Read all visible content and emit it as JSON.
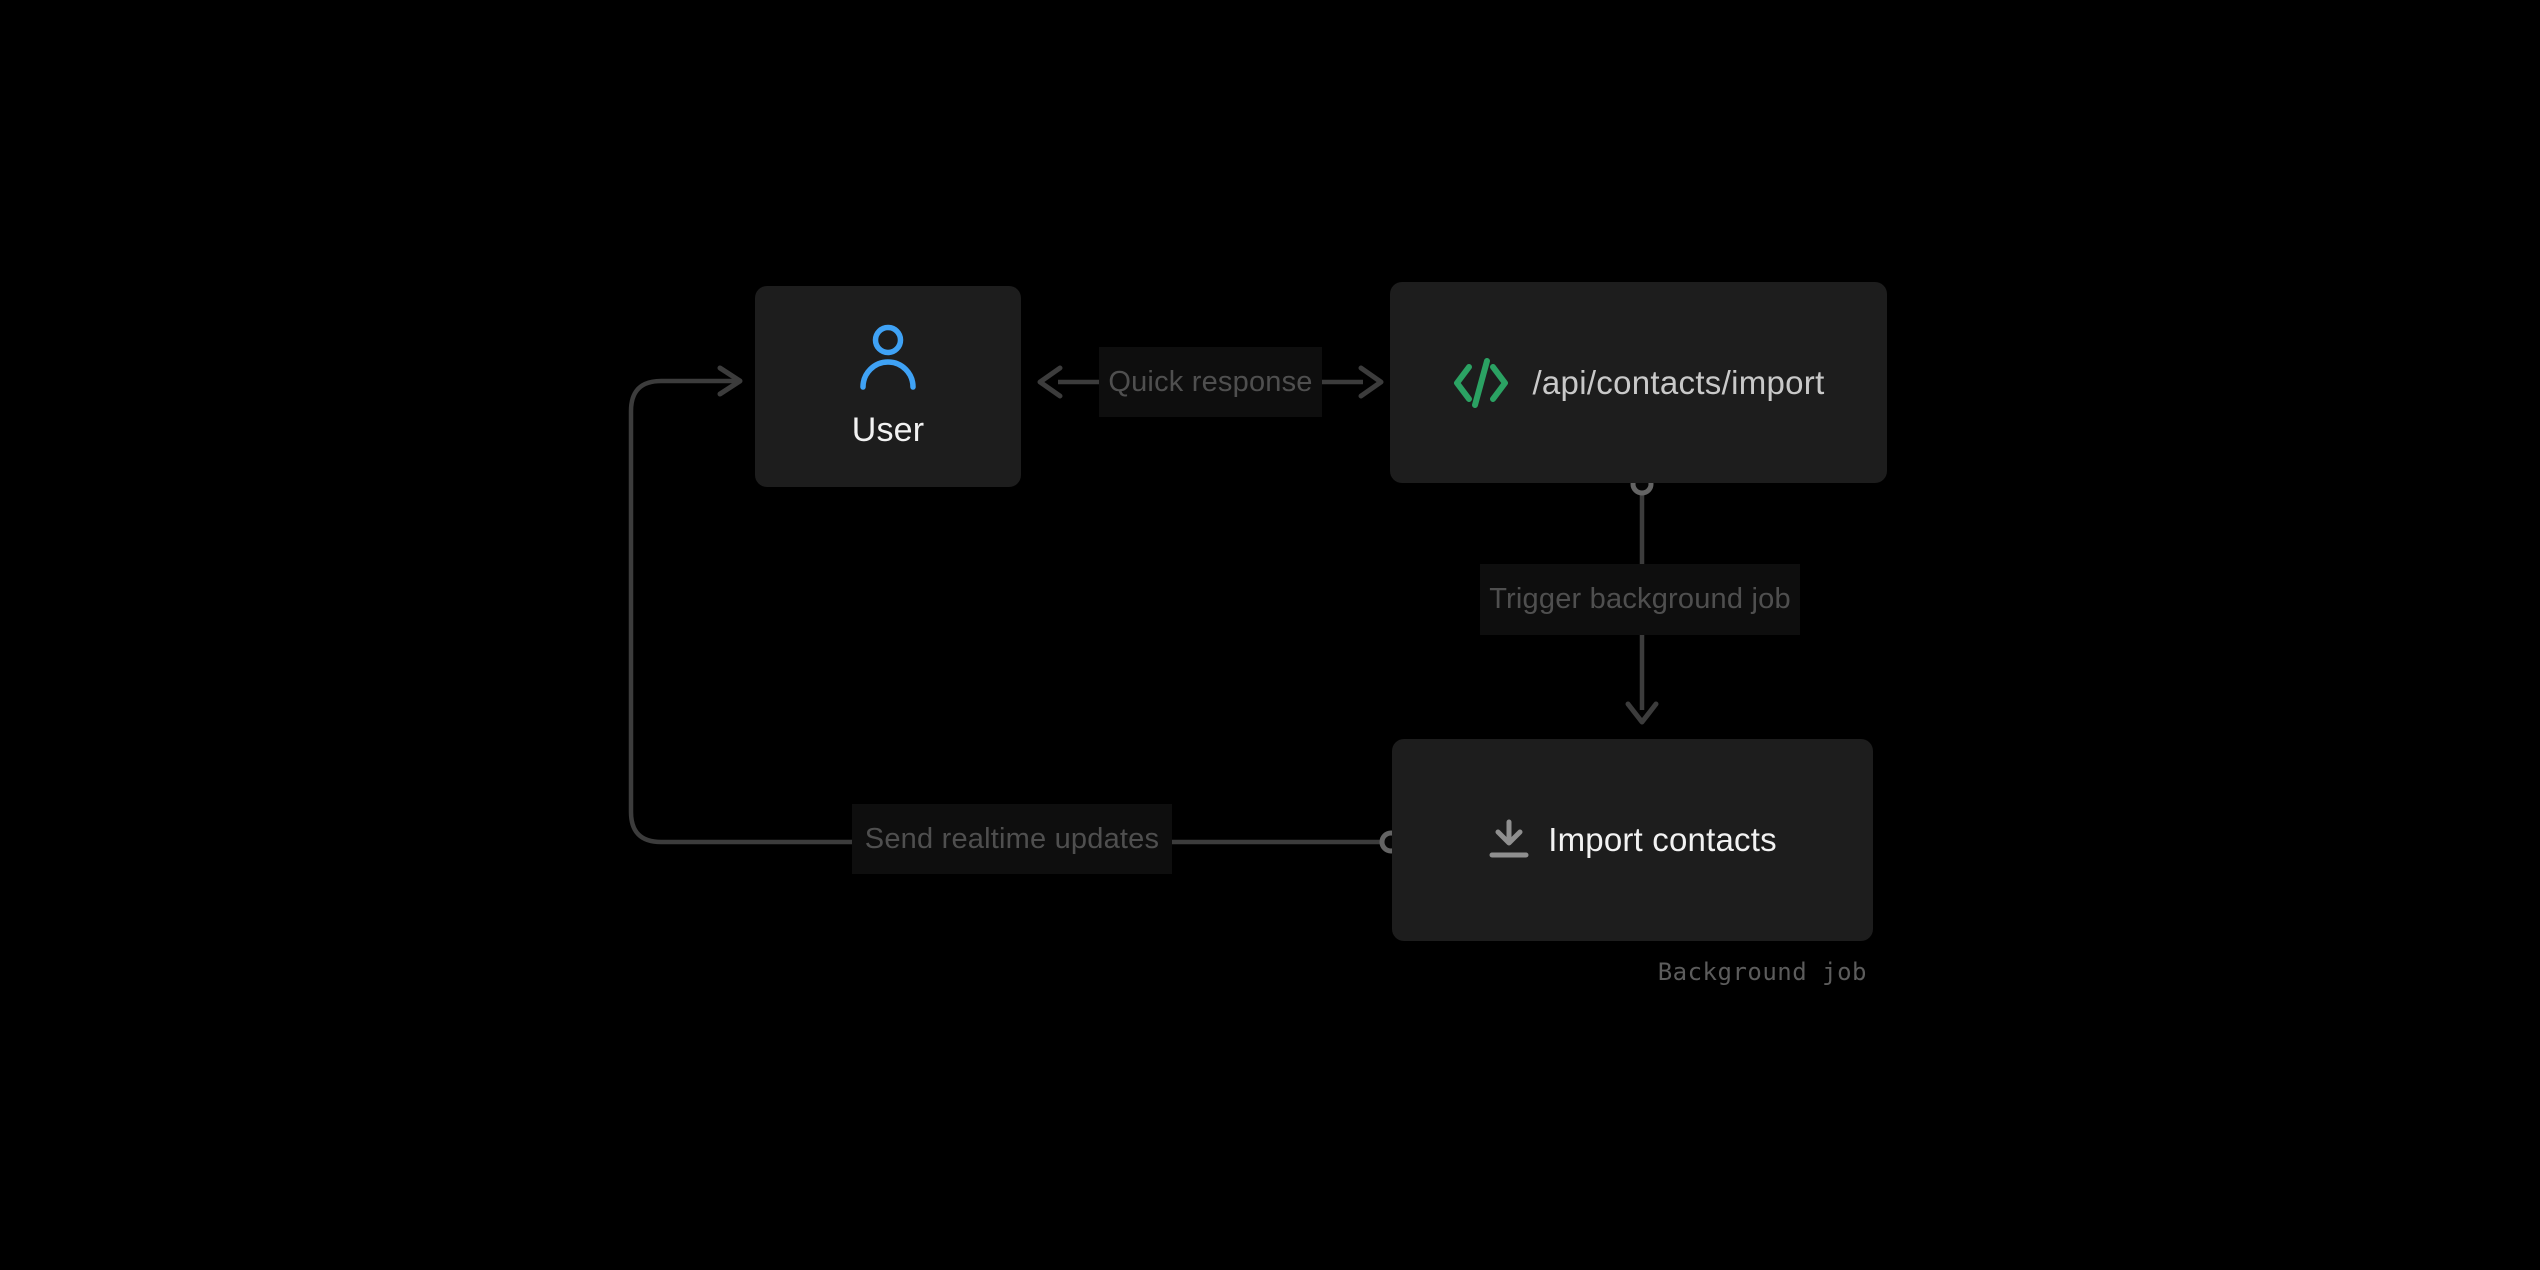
{
  "nodes": {
    "user": {
      "label": "User",
      "icon": "user-icon"
    },
    "api": {
      "label": "/api/contacts/import",
      "icon": "code-icon"
    },
    "import_job": {
      "label": "Import contacts",
      "icon": "download-icon",
      "caption": "Background job"
    }
  },
  "edges": {
    "quick_response": {
      "label": "Quick response"
    },
    "trigger": {
      "label": "Trigger background job"
    },
    "realtime": {
      "label": "Send realtime updates"
    }
  },
  "colors": {
    "background": "#000000",
    "node_bg": "#1D1D1D",
    "label_bg": "#0E0E0E",
    "label_text": "#4F4F4F",
    "connector": "#3C3C3C",
    "connector_port": "#646464",
    "user_icon": "#3FA2F5",
    "code_icon": "#2BA263",
    "download_icon": "#8F8F8F",
    "node_text_primary": "#F2F2F2",
    "api_text": "#C9C9C9",
    "caption_text": "#5C5C5C"
  }
}
